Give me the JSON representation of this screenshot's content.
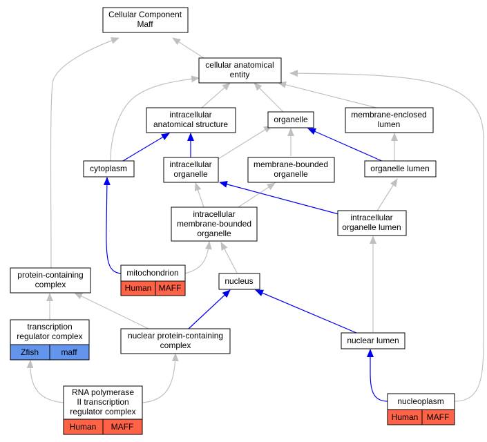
{
  "colors": {
    "edge_gray": "#c0c0c0",
    "edge_blue": "#0000ee",
    "human_fill": "#ff6347",
    "zfish_fill": "#6495ed"
  },
  "nodes": {
    "root": {
      "lines": [
        "Cellular Component",
        "Maff"
      ]
    },
    "cae": {
      "lines": [
        "cellular anatomical",
        "entity"
      ]
    },
    "ias": {
      "lines": [
        "intracellular",
        "anatomical structure"
      ]
    },
    "organelle": {
      "lines": [
        "organelle"
      ]
    },
    "mel": {
      "lines": [
        "membrane-enclosed",
        "lumen"
      ]
    },
    "cytoplasm": {
      "lines": [
        "cytoplasm"
      ]
    },
    "io": {
      "lines": [
        "intracellular",
        "organelle"
      ]
    },
    "mbo": {
      "lines": [
        "membrane-bounded",
        "organelle"
      ]
    },
    "ol": {
      "lines": [
        "organelle lumen"
      ]
    },
    "imbo": {
      "lines": [
        "intracellular",
        "membrane-bounded",
        "organelle"
      ]
    },
    "iol": {
      "lines": [
        "intracellular",
        "organelle lumen"
      ]
    },
    "pcc": {
      "lines": [
        "protein-containing",
        "complex"
      ]
    },
    "mito": {
      "lines": [
        "mitochondrion"
      ],
      "tags": [
        "Human",
        "MAFF"
      ]
    },
    "nucleus": {
      "lines": [
        "nucleus"
      ]
    },
    "trc": {
      "lines": [
        "transcription",
        "regulator complex"
      ],
      "tags": [
        "Zfish",
        "maff"
      ]
    },
    "npcc": {
      "lines": [
        "nuclear protein-containing",
        "complex"
      ]
    },
    "nl": {
      "lines": [
        "nuclear lumen"
      ]
    },
    "rnap": {
      "lines": [
        "RNA polymerase",
        "II transcription",
        "regulator complex"
      ],
      "tags": [
        "Human",
        "MAFF"
      ]
    },
    "np": {
      "lines": [
        "nucleoplasm"
      ],
      "tags": [
        "Human",
        "MAFF"
      ]
    }
  }
}
